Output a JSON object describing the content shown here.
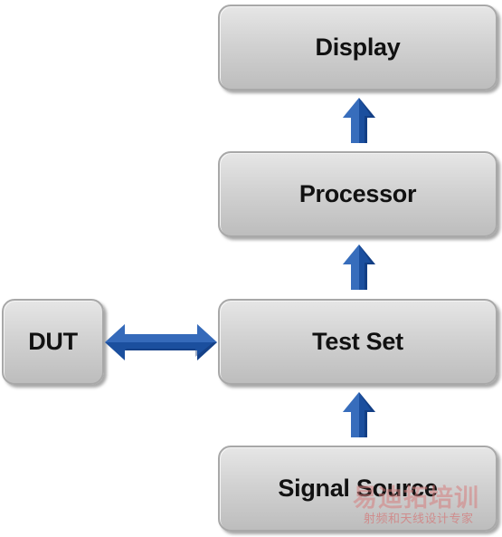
{
  "blocks": {
    "display": "Display",
    "processor": "Processor",
    "test_set": "Test Set",
    "signal_source": "Signal Source",
    "dut": "DUT"
  },
  "colors": {
    "arrow_fill": "#1b4f9e",
    "arrow_highlight": "#4f86d6",
    "arrow_shadow": "#0c2c66",
    "block_border": "#a8a8a8",
    "watermark": "#d67e7e"
  },
  "watermark": {
    "logo_text": "易迪拓培训",
    "subtitle": "射频和天线设计专家"
  }
}
